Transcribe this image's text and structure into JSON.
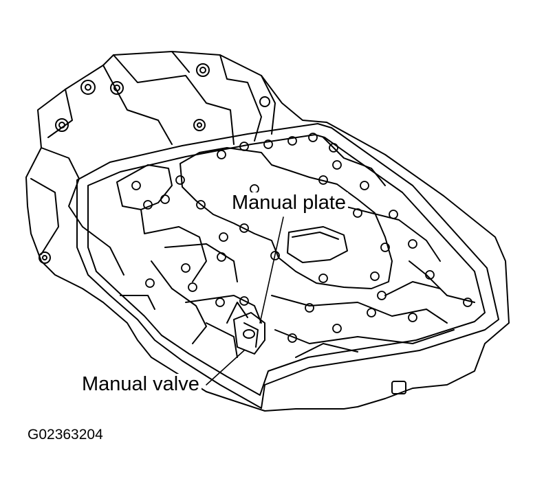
{
  "callouts": {
    "manual_plate": "Manual plate",
    "manual_valve": "Manual valve"
  },
  "figure_id": "G02363204",
  "colors": {
    "line": "#000000",
    "background": "#ffffff"
  }
}
